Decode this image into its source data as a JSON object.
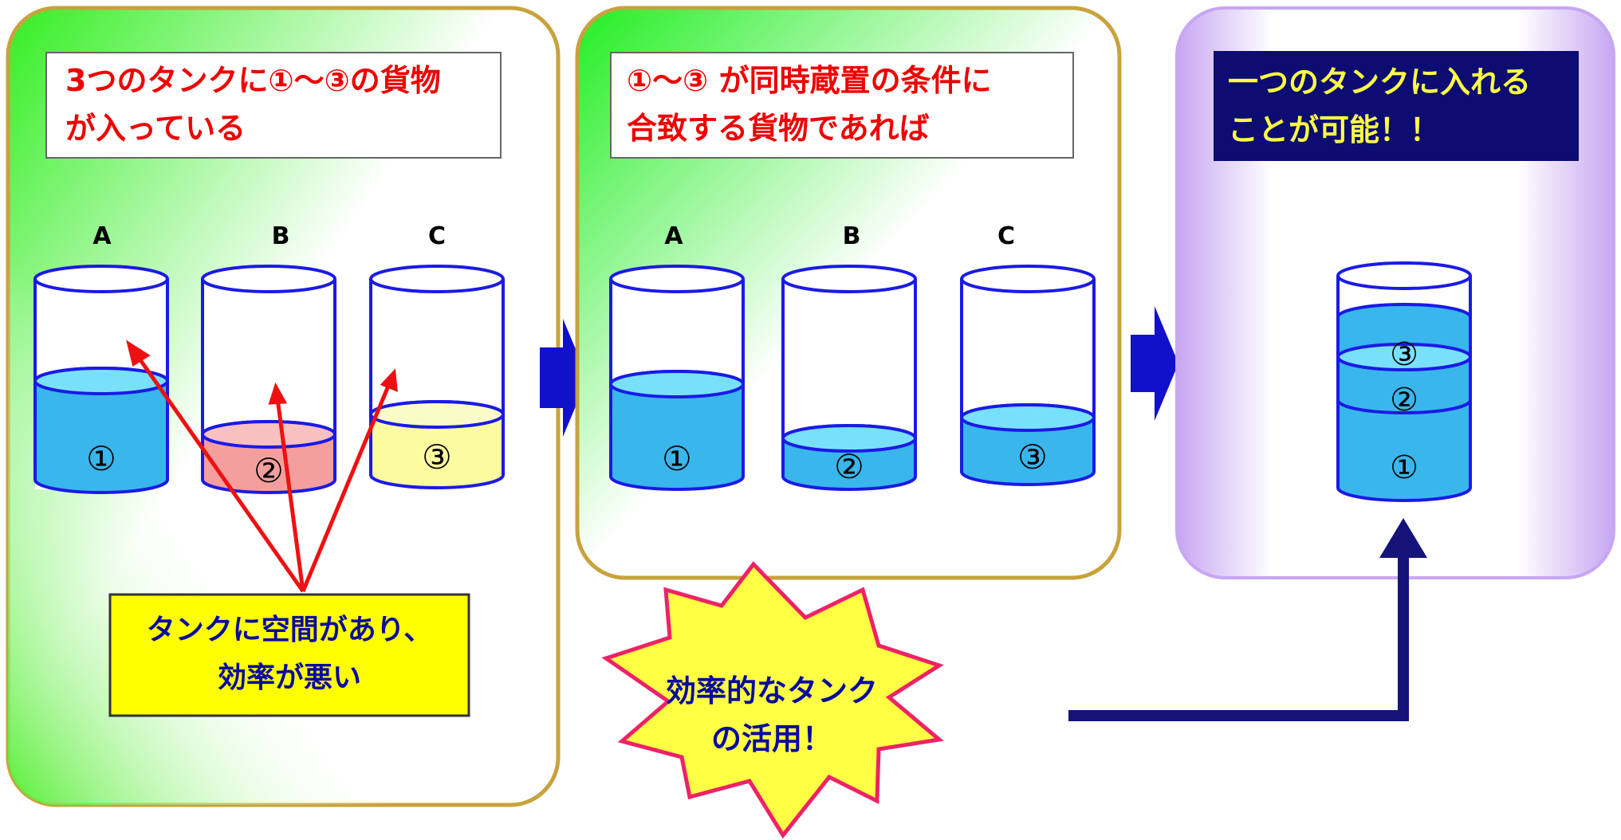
{
  "panel1": {
    "title_line1": "3つのタンクに①～③の貨物",
    "title_line2": "が入っている",
    "tanks": [
      {
        "label": "A",
        "number": "①",
        "fill": 0.46
      },
      {
        "label": "B",
        "number": "②",
        "fill": 0.2
      },
      {
        "label": "C",
        "number": "③",
        "fill": 0.3
      }
    ],
    "note_line1": "タンクに空間があり、",
    "note_line2": "効率が悪い"
  },
  "panel2": {
    "title_line1": "①～③ が同時蔵置の条件に",
    "title_line2": "合致する貨物であれば",
    "tanks": [
      {
        "label": "A",
        "number": "①"
      },
      {
        "label": "B",
        "number": "②"
      },
      {
        "label": "C",
        "number": "③"
      }
    ]
  },
  "panel3": {
    "title_line1": "一つのタンクに入れる",
    "title_line2": "ことが可能！！",
    "stack": [
      "③",
      "②",
      "①"
    ]
  },
  "burst": {
    "line1": "効率的なタンク",
    "line2": "の活用！"
  },
  "colors": {
    "panel_border": "#c8a23c",
    "green": "#33ee22",
    "purple": "#c7a6f2",
    "tank_outline": "#1a1ae6",
    "blue_liquid": "#39b6ec",
    "blue_top": "#79e0fb",
    "pink_liquid": "#f49e9e",
    "yellow_liquid": "#fbfba0",
    "arrow_red": "#ee1111",
    "arrow_blue": "#1111cc",
    "arrow_navy": "#14147a",
    "title_red": "#ee0000",
    "title_navy_bg": "#0c0c72",
    "title_yellow": "#ffff44",
    "note_bg": "#ffff00",
    "burst_fill": "#ffff44",
    "burst_stroke": "#ee2266"
  }
}
